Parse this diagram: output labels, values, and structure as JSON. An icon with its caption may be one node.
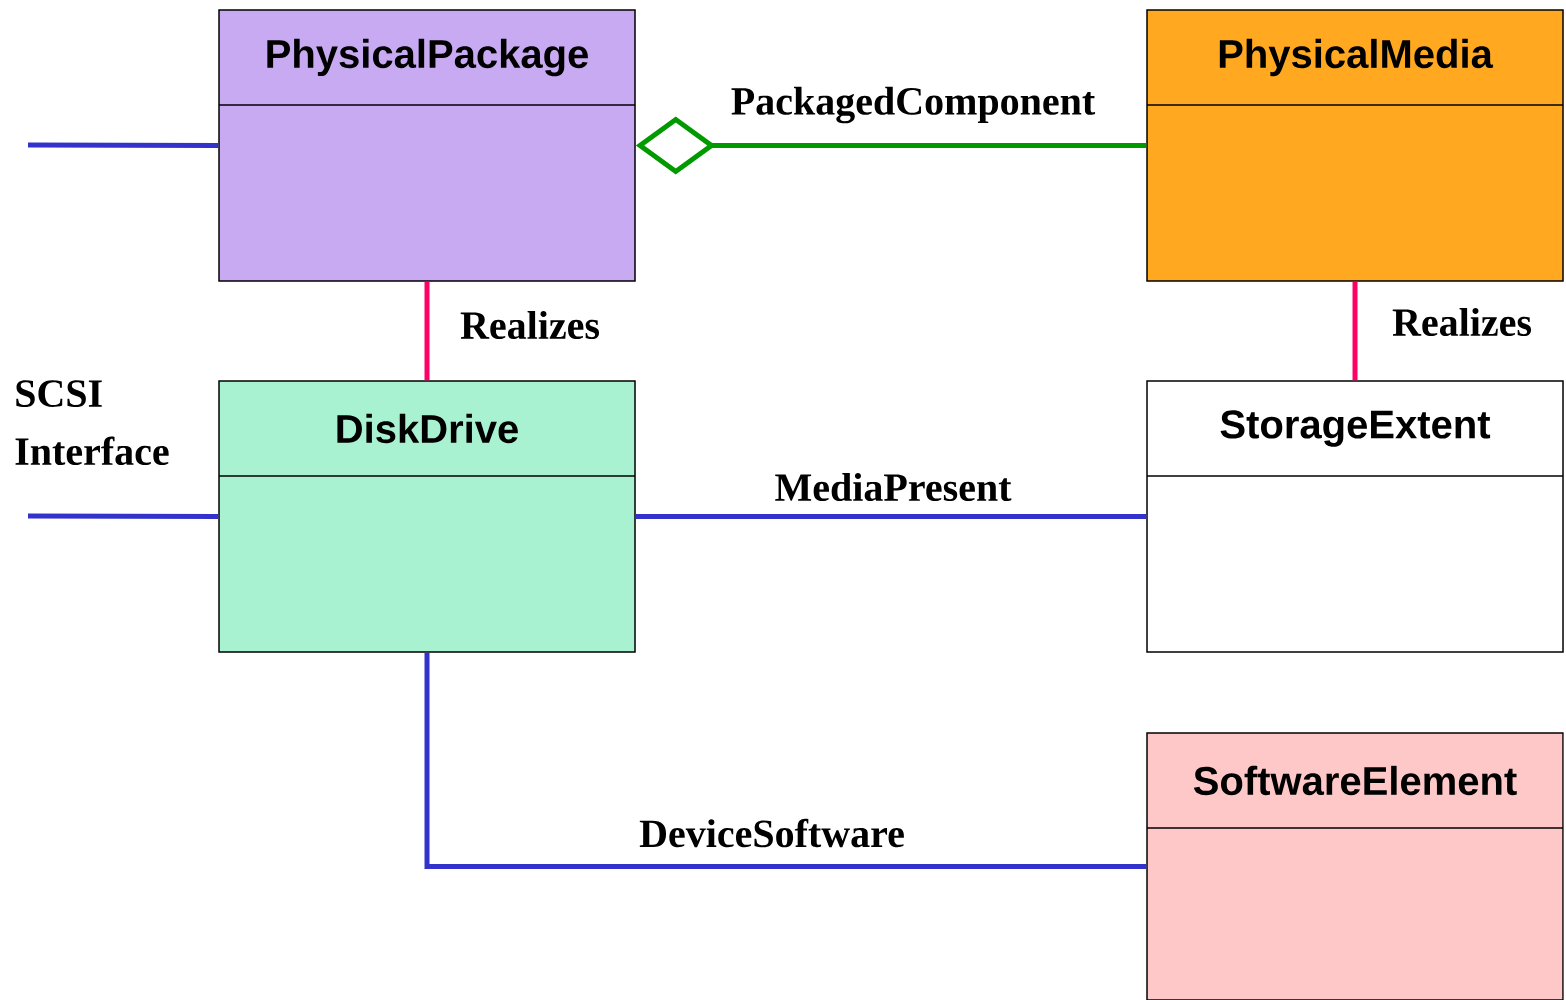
{
  "diagram": {
    "nodes": [
      {
        "text": [
          "PhysicalPackage"
        ]
      },
      {
        "text": [
          "PhysicalMedia"
        ]
      },
      {
        "text": [
          "DiskDrive"
        ]
      },
      {
        "text": [
          "StorageExtent"
        ]
      },
      {
        "text": [
          "SoftwareElement"
        ]
      }
    ],
    "edges": [
      {
        "from": null,
        "to": 0,
        "arrow": "none"
      },
      {
        "from": 0,
        "to": 1,
        "arrow": "other",
        "label": "PackagedComponent",
        "color": "#009900"
      },
      {
        "from": 0,
        "to": 2,
        "arrow": "none",
        "label": "Realizes",
        "color": "#ff0066"
      },
      {
        "from": 1,
        "to": 3,
        "arrow": "none",
        "label": "Realizes",
        "color": "#ff0066"
      },
      {
        "from": null,
        "to": 2,
        "arrow": "none",
        "label": "SCSI Interface"
      },
      {
        "from": 2,
        "to": 3,
        "arrow": "none",
        "label": "MediaPresent"
      },
      {
        "from": 2,
        "to": 4,
        "arrow": "none",
        "label": "DeviceSoftware"
      }
    ]
  }
}
